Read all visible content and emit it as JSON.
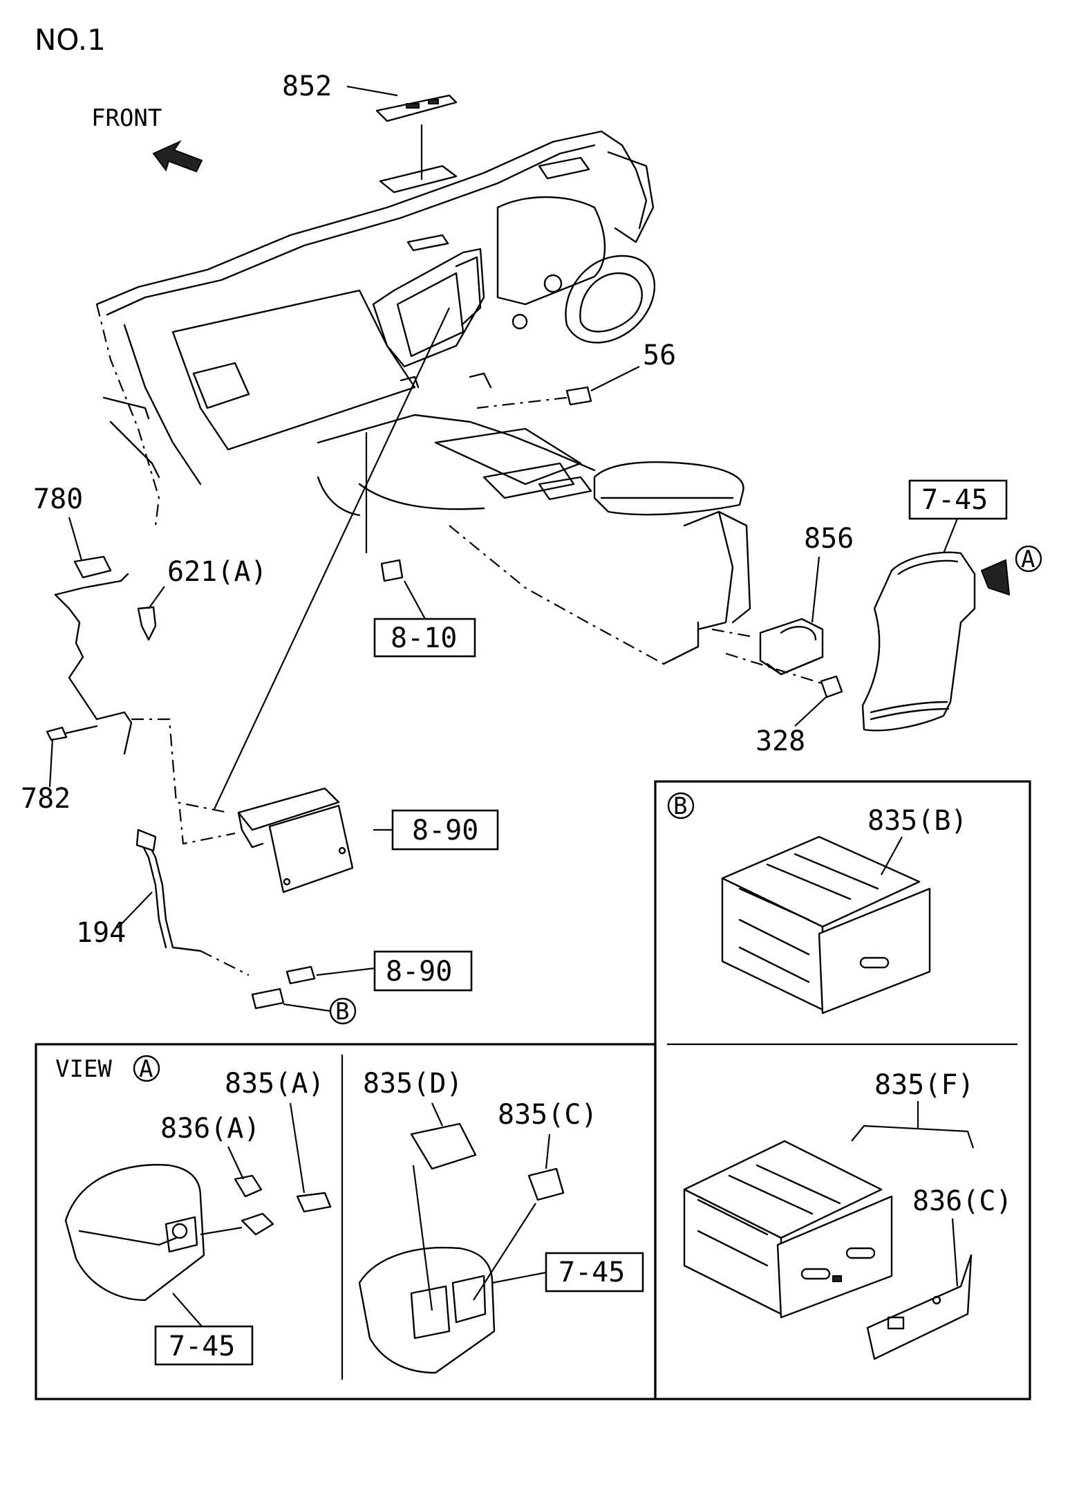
{
  "page_title": "NO.1",
  "direction_label": "FRONT",
  "callouts": {
    "c852": "852",
    "c56": "56",
    "c780": "780",
    "c621a": "621(A)",
    "c856": "856",
    "c328": "328",
    "c782": "782",
    "c194": "194",
    "c835b": "835(B)",
    "c835f": "835(F)",
    "c836c": "836(C)",
    "c835a": "835(A)",
    "c836a": "836(A)",
    "c835d": "835(D)",
    "c835c": "835(C)"
  },
  "ref_boxes": {
    "r745_top": "7-45",
    "r810": "8-10",
    "r890_a": "8-90",
    "r890_b": "8-90",
    "r745_view": "7-45",
    "r745_mid": "7-45"
  },
  "markers": {
    "view_a_marker": "A",
    "detail_b_marker": "B",
    "detail_b_ref": "B",
    "view_label": "VIEW",
    "view_label_marker": "A"
  }
}
